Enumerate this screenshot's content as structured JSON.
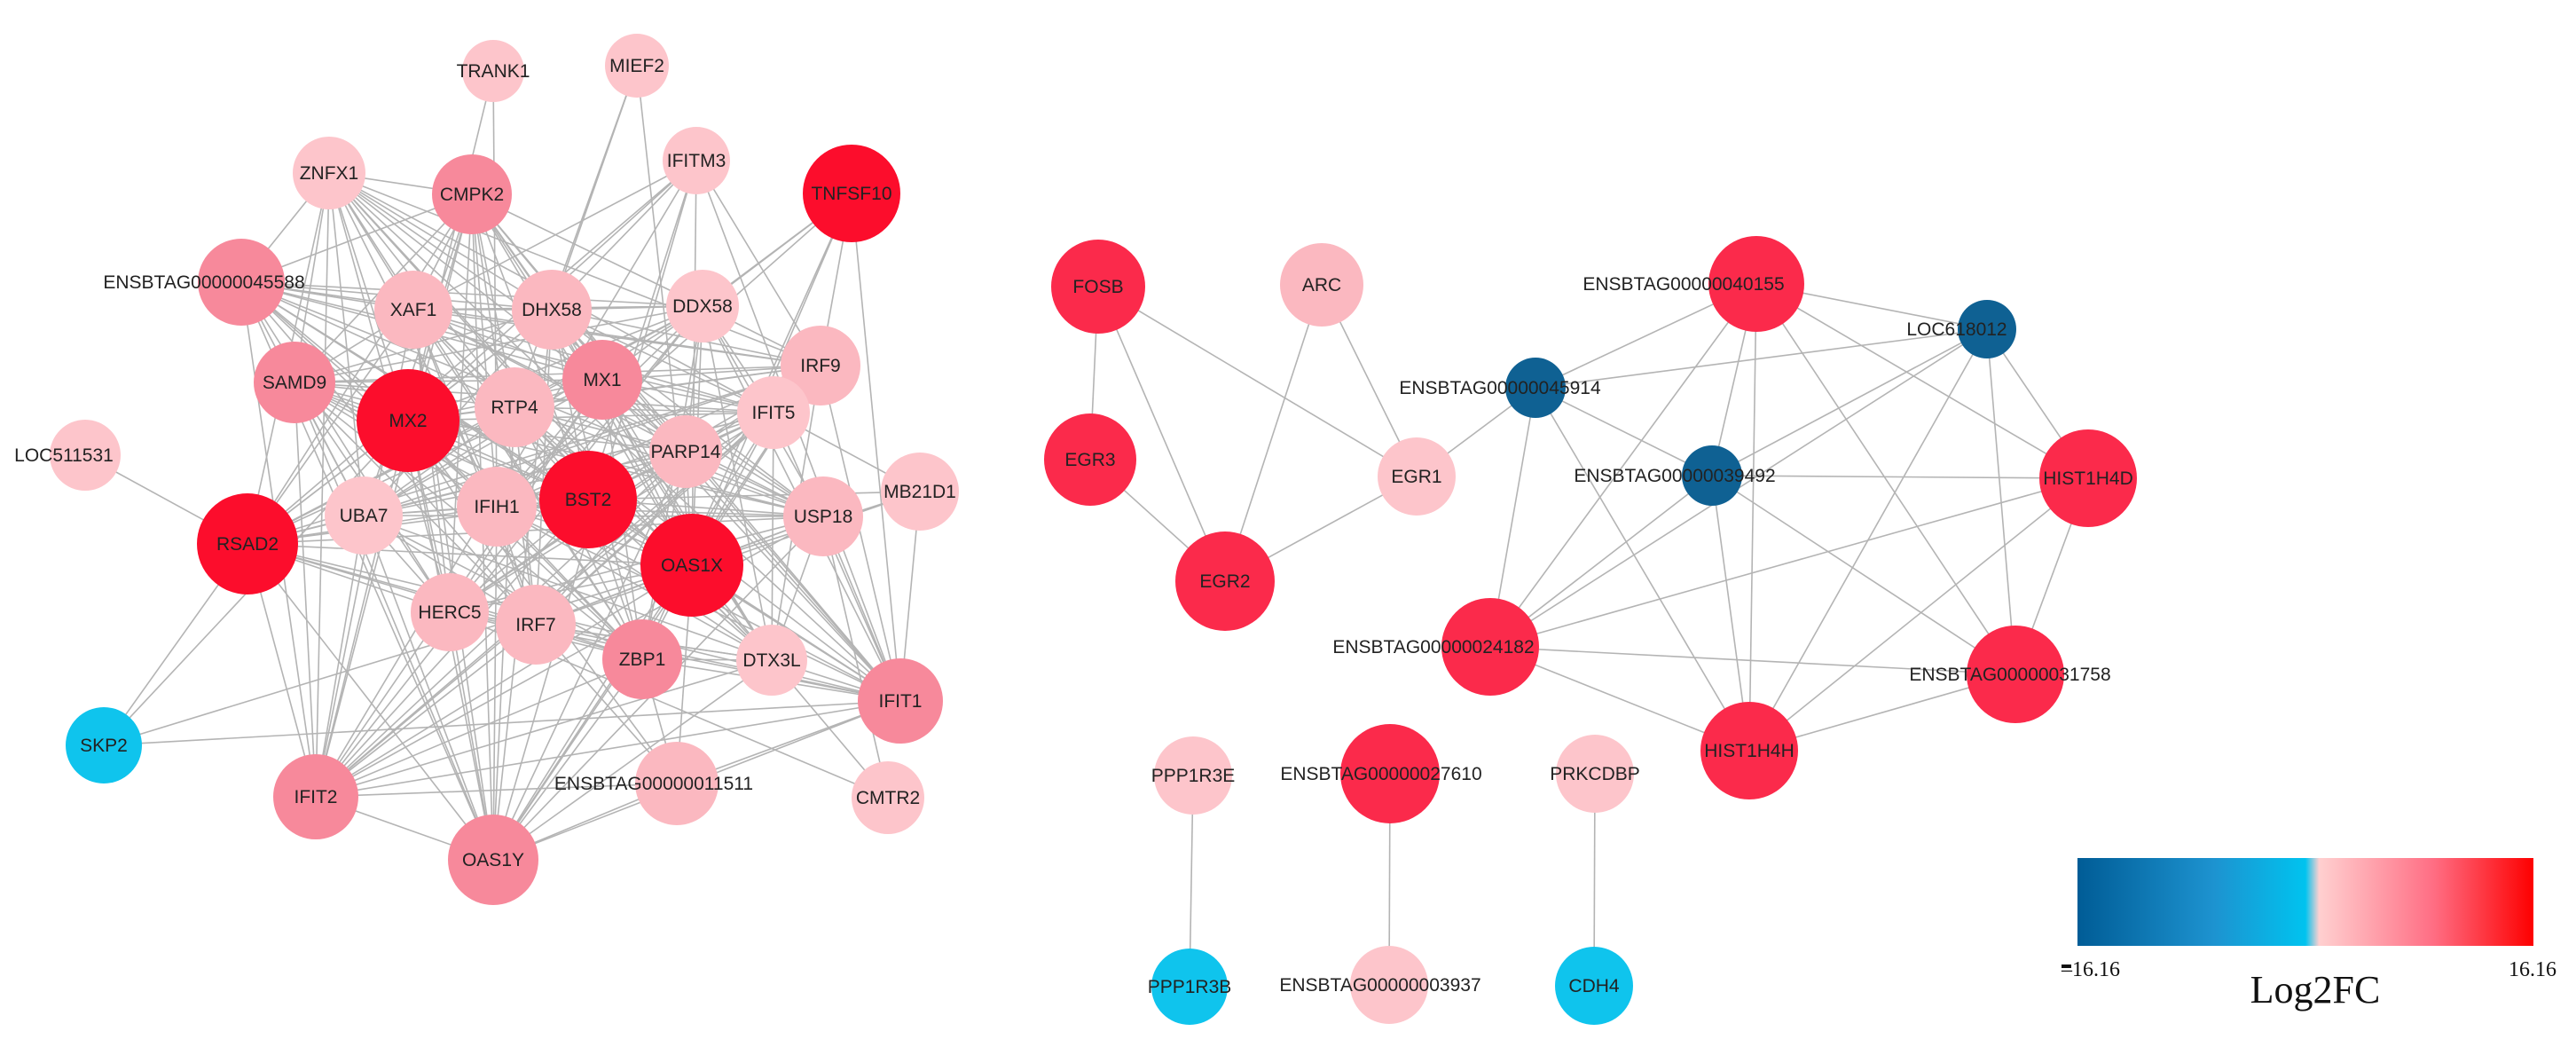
{
  "legend": {
    "min_label": "–16.16",
    "max_label": "16.16",
    "title": "Log2FC",
    "colors": [
      "#005c96",
      "#1d93d0",
      "#00c3ef",
      "#ffd0d0",
      "#ff6e84",
      "#fd0000"
    ]
  },
  "palette": {
    "edge": "#b4b4b4",
    "strong_red": "#fc0d2c",
    "crimson": "#fb2a4b",
    "pink_medium": "#f7899b",
    "pink_light": "#fbb8c0",
    "pink_pale": "#fdc5cb",
    "dark_blue": "#0f6193",
    "light_blue": "#0fc4ed"
  },
  "nodes": [
    {
      "id": "TRANK1",
      "label": "TRANK1",
      "color": "pink_pale"
    },
    {
      "id": "MIEF2",
      "label": "MIEF2",
      "color": "pink_pale"
    },
    {
      "id": "IFITM3",
      "label": "IFITM3",
      "color": "pink_pale"
    },
    {
      "id": "TNFSF10",
      "label": "TNFSF10",
      "color": "strong_red"
    },
    {
      "id": "ZNFX1",
      "label": "ZNFX1",
      "color": "pink_pale"
    },
    {
      "id": "CMPK2",
      "label": "CMPK2",
      "color": "pink_medium"
    },
    {
      "id": "ENSBTAG45588",
      "label": "ENSBTAG00000045588",
      "color": "pink_medium"
    },
    {
      "id": "XAF1",
      "label": "XAF1",
      "color": "pink_light"
    },
    {
      "id": "DHX58",
      "label": "DHX58",
      "color": "pink_light"
    },
    {
      "id": "DDX58",
      "label": "DDX58",
      "color": "pink_pale"
    },
    {
      "id": "IRF9",
      "label": "IRF9",
      "color": "pink_light"
    },
    {
      "id": "SAMD9",
      "label": "SAMD9",
      "color": "pink_medium"
    },
    {
      "id": "MX2",
      "label": "MX2",
      "color": "strong_red"
    },
    {
      "id": "RTP4",
      "label": "RTP4",
      "color": "pink_light"
    },
    {
      "id": "MX1",
      "label": "MX1",
      "color": "pink_medium"
    },
    {
      "id": "IFIT5",
      "label": "IFIT5",
      "color": "pink_pale"
    },
    {
      "id": "PARP14",
      "label": "PARP14",
      "color": "pink_light"
    },
    {
      "id": "LOC511531",
      "label": "LOC511531",
      "color": "pink_pale"
    },
    {
      "id": "MB21D1",
      "label": "MB21D1",
      "color": "pink_pale"
    },
    {
      "id": "UBA7",
      "label": "UBA7",
      "color": "pink_pale"
    },
    {
      "id": "IFIH1",
      "label": "IFIH1",
      "color": "pink_light"
    },
    {
      "id": "BST2",
      "label": "BST2",
      "color": "strong_red"
    },
    {
      "id": "USP18",
      "label": "USP18",
      "color": "pink_light"
    },
    {
      "id": "RSAD2",
      "label": "RSAD2",
      "color": "strong_red"
    },
    {
      "id": "OAS1X",
      "label": "OAS1X",
      "color": "strong_red"
    },
    {
      "id": "HERC5",
      "label": "HERC5",
      "color": "pink_light"
    },
    {
      "id": "IRF7",
      "label": "IRF7",
      "color": "pink_light"
    },
    {
      "id": "ZBP1",
      "label": "ZBP1",
      "color": "pink_medium"
    },
    {
      "id": "DTX3L",
      "label": "DTX3L",
      "color": "pink_pale"
    },
    {
      "id": "IFIT1",
      "label": "IFIT1",
      "color": "pink_medium"
    },
    {
      "id": "SKP2",
      "label": "SKP2",
      "color": "light_blue"
    },
    {
      "id": "IFIT2",
      "label": "IFIT2",
      "color": "pink_medium"
    },
    {
      "id": "ENSBTAG11511",
      "label": "ENSBTAG00000011511",
      "color": "pink_light"
    },
    {
      "id": "CMTR2",
      "label": "CMTR2",
      "color": "pink_pale"
    },
    {
      "id": "OAS1Y",
      "label": "OAS1Y",
      "color": "pink_medium"
    },
    {
      "id": "FOSB",
      "label": "FOSB",
      "color": "crimson"
    },
    {
      "id": "ARC",
      "label": "ARC",
      "color": "pink_light"
    },
    {
      "id": "EGR3",
      "label": "EGR3",
      "color": "crimson"
    },
    {
      "id": "EGR1",
      "label": "EGR1",
      "color": "pink_pale"
    },
    {
      "id": "EGR2",
      "label": "EGR2",
      "color": "crimson"
    },
    {
      "id": "ENSBTAG40155",
      "label": "ENSBTAG00000040155",
      "color": "crimson"
    },
    {
      "id": "LOC618012",
      "label": "LOC618012",
      "color": "dark_blue"
    },
    {
      "id": "ENSBTAG45914",
      "label": "ENSBTAG00000045914",
      "color": "dark_blue"
    },
    {
      "id": "ENSBTAG39492",
      "label": "ENSBTAG00000039492",
      "color": "dark_blue"
    },
    {
      "id": "HIST1H4D",
      "label": "HIST1H4D",
      "color": "crimson"
    },
    {
      "id": "ENSBTAG24182",
      "label": "ENSBTAG00000024182",
      "color": "crimson"
    },
    {
      "id": "ENSBTAG31758",
      "label": "ENSBTAG00000031758",
      "color": "crimson"
    },
    {
      "id": "HIST1H4H",
      "label": "HIST1H4H",
      "color": "crimson"
    },
    {
      "id": "PPP1R3E",
      "label": "PPP1R3E",
      "color": "pink_pale"
    },
    {
      "id": "ENSBTAG27610",
      "label": "ENSBTAG00000027610",
      "color": "crimson"
    },
    {
      "id": "PRKCDBP",
      "label": "PRKCDBP",
      "color": "pink_pale"
    },
    {
      "id": "PPP1R3B",
      "label": "PPP1R3B",
      "color": "light_blue"
    },
    {
      "id": "ENSBTAG3937",
      "label": "ENSBTAG00000003937",
      "color": "pink_pale"
    },
    {
      "id": "CDH4",
      "label": "CDH4",
      "color": "light_blue"
    }
  ],
  "edges": [
    [
      "FOSB",
      "EGR3"
    ],
    [
      "FOSB",
      "EGR2"
    ],
    [
      "FOSB",
      "EGR1"
    ],
    [
      "ARC",
      "EGR2"
    ],
    [
      "ARC",
      "EGR1"
    ],
    [
      "EGR3",
      "EGR2"
    ],
    [
      "EGR2",
      "EGR1"
    ],
    [
      "EGR1",
      "ENSBTAG45914"
    ],
    [
      "ENSBTAG45914",
      "LOC618012"
    ],
    [
      "ENSBTAG45914",
      "ENSBTAG39492"
    ],
    [
      "ENSBTAG45914",
      "ENSBTAG24182"
    ],
    [
      "ENSBTAG45914",
      "HIST1H4H"
    ],
    [
      "ENSBTAG45914",
      "ENSBTAG40155"
    ],
    [
      "ENSBTAG40155",
      "LOC618012"
    ],
    [
      "ENSBTAG40155",
      "ENSBTAG39492"
    ],
    [
      "ENSBTAG40155",
      "HIST1H4D"
    ],
    [
      "ENSBTAG40155",
      "ENSBTAG24182"
    ],
    [
      "ENSBTAG40155",
      "ENSBTAG31758"
    ],
    [
      "ENSBTAG40155",
      "HIST1H4H"
    ],
    [
      "LOC618012",
      "ENSBTAG39492"
    ],
    [
      "LOC618012",
      "HIST1H4D"
    ],
    [
      "LOC618012",
      "ENSBTAG24182"
    ],
    [
      "LOC618012",
      "ENSBTAG31758"
    ],
    [
      "LOC618012",
      "HIST1H4H"
    ],
    [
      "ENSBTAG39492",
      "HIST1H4D"
    ],
    [
      "ENSBTAG39492",
      "ENSBTAG24182"
    ],
    [
      "ENSBTAG39492",
      "ENSBTAG31758"
    ],
    [
      "ENSBTAG39492",
      "HIST1H4H"
    ],
    [
      "HIST1H4D",
      "ENSBTAG24182"
    ],
    [
      "HIST1H4D",
      "ENSBTAG31758"
    ],
    [
      "HIST1H4D",
      "HIST1H4H"
    ],
    [
      "ENSBTAG24182",
      "ENSBTAG31758"
    ],
    [
      "ENSBTAG24182",
      "HIST1H4H"
    ],
    [
      "ENSBTAG31758",
      "HIST1H4H"
    ],
    [
      "PPP1R3E",
      "PPP1R3B"
    ],
    [
      "ENSBTAG27610",
      "ENSBTAG3937"
    ],
    [
      "PRKCDBP",
      "CDH4"
    ],
    [
      "LOC511531",
      "RSAD2"
    ],
    [
      "SKP2",
      "RSAD2"
    ],
    [
      "SKP2",
      "IFIT1"
    ],
    [
      "SKP2",
      "MX2"
    ],
    [
      "SKP2",
      "OAS1X"
    ],
    [
      "TRANK1",
      "IFIH1"
    ],
    [
      "TRANK1",
      "MX2"
    ],
    [
      "MIEF2",
      "DHX58"
    ],
    [
      "MIEF2",
      "OAS1X"
    ],
    [
      "MIEF2",
      "RTP4"
    ],
    [
      "TNFSF10",
      "IRF9"
    ],
    [
      "TNFSF10",
      "IFIT1"
    ],
    [
      "TNFSF10",
      "ZBP1"
    ],
    [
      "TNFSF10",
      "IFIH1"
    ],
    [
      "TNFSF10",
      "DDX58"
    ],
    [
      "TNFSF10",
      "MX1"
    ],
    [
      "TNFSF10",
      "OAS1X"
    ],
    [
      "CMTR2",
      "USP18"
    ],
    [
      "CMTR2",
      "DTX3L"
    ],
    [
      "CMTR2",
      "HERC5"
    ],
    [
      "MB21D1",
      "IFIT1"
    ],
    [
      "MB21D1",
      "BST2"
    ],
    [
      "MB21D1",
      "IFIT5"
    ],
    [
      "MB21D1",
      "OAS1X"
    ],
    [
      "MB21D1",
      "IRF7"
    ],
    [
      "IFITM3",
      "OAS1Y"
    ],
    [
      "IFITM3",
      "IFIT2"
    ],
    [
      "IFITM3",
      "IFIT1"
    ],
    [
      "IFITM3",
      "OAS1X"
    ],
    [
      "IFITM3",
      "MX2"
    ],
    [
      "IFITM3",
      "DHX58"
    ],
    [
      "IFITM3",
      "IRF9"
    ],
    [
      "IFITM3",
      "BST2"
    ],
    [
      "IFITM3",
      "RSAD2"
    ],
    [
      "IFITM3",
      "XAF1"
    ],
    [
      "ENSBTAG11511",
      "MX2"
    ],
    [
      "ENSBTAG11511",
      "OAS1Y"
    ],
    [
      "ENSBTAG11511",
      "IFIT1"
    ],
    [
      "ENSBTAG11511",
      "IFIT2"
    ],
    [
      "ENSBTAG11511",
      "IRF7"
    ],
    [
      "ENSBTAG11511",
      "OAS1X"
    ],
    [
      "ENSBTAG11511",
      "ZBP1"
    ]
  ],
  "core_cluster": [
    "ZNFX1",
    "CMPK2",
    "ENSBTAG45588",
    "XAF1",
    "DHX58",
    "DDX58",
    "IRF9",
    "SAMD9",
    "MX2",
    "RTP4",
    "MX1",
    "IFIT5",
    "PARP14",
    "UBA7",
    "IFIH1",
    "BST2",
    "USP18",
    "RSAD2",
    "OAS1X",
    "HERC5",
    "IRF7",
    "ZBP1",
    "DTX3L",
    "IFIT1",
    "IFIT2",
    "OAS1Y"
  ]
}
